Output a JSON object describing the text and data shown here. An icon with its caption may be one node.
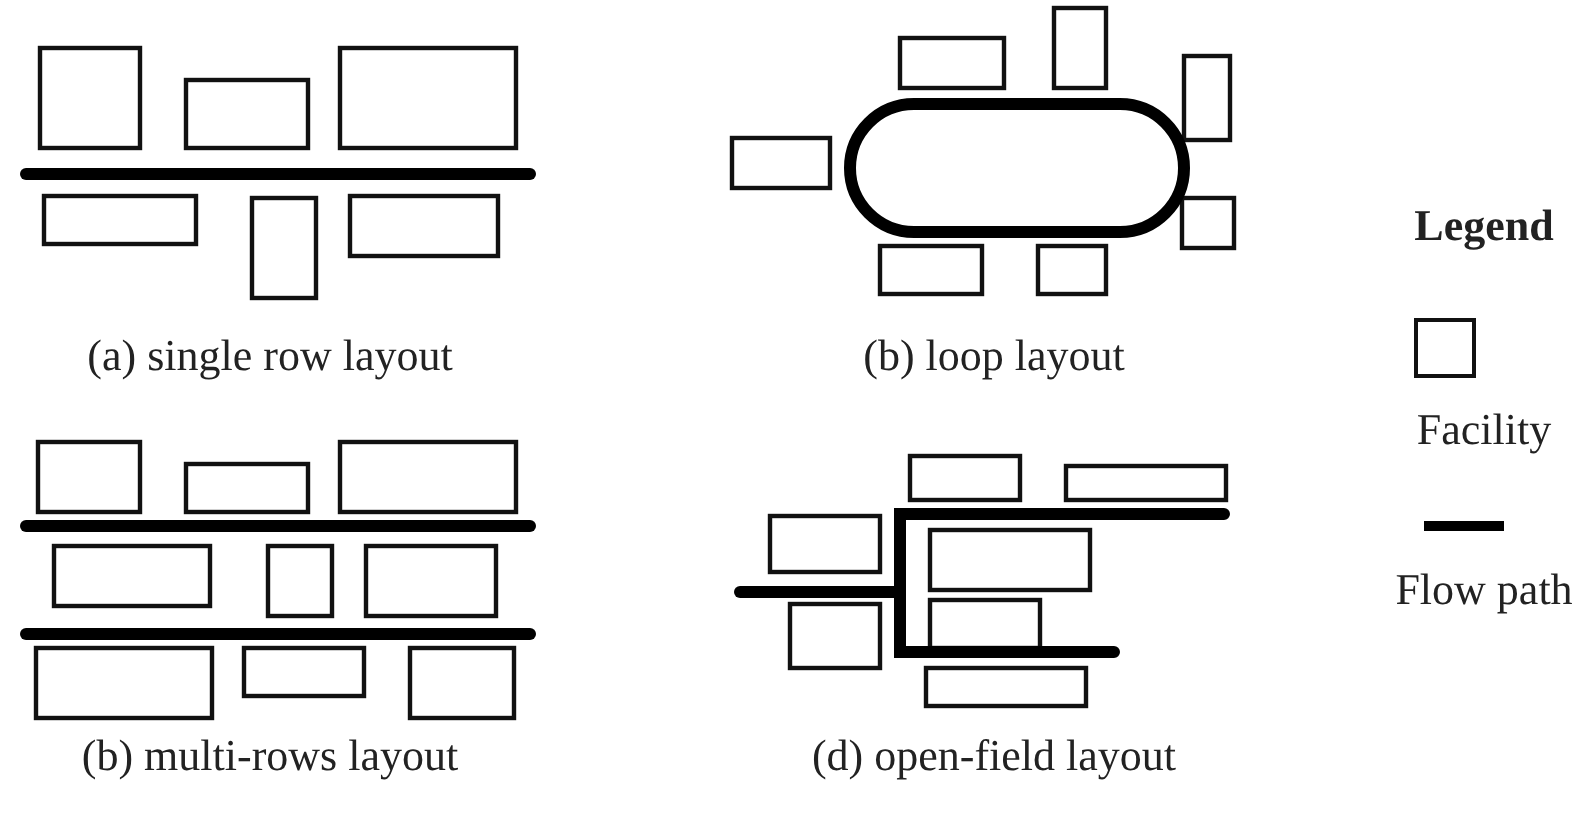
{
  "diagram": {
    "labels": [
      "(a) single row layout",
      "(b) loop layout",
      "Legend",
      "(b) multi-rows layout",
      "(d) open-field layout"
    ],
    "legend": [
      {
        "text": "Facility"
      },
      {
        "text": "Flow path"
      }
    ]
  }
}
